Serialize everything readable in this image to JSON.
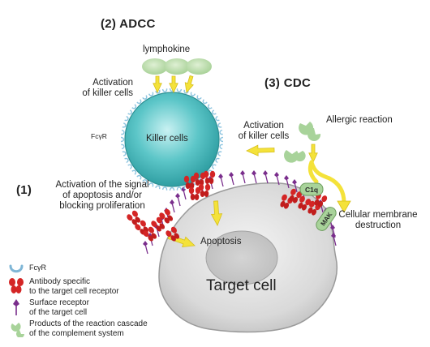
{
  "titles": {
    "adcc": "(2) ADCC",
    "cdc": "(3) CDC",
    "step1_num": "(1)"
  },
  "labels": {
    "lymphokine": "lymphokine",
    "activation_left": "Activation\nof killer cells",
    "activation_right": "Activation\nof killer cells",
    "fcr": "FcγR",
    "killer_cells": "Killer cells",
    "allergic": "Allergic reaction",
    "step1_text": "Activation of the signal\nof apoptosis and/or\nblocking proliferation",
    "c1q": "C1q",
    "mak": "MAK",
    "membrane": "Cellular membrane\ndestruction",
    "apoptosis": "Apoptosis",
    "target_cell": "Target cell"
  },
  "legend": [
    {
      "icon": "fc-receptor-icon",
      "text": "FcγR"
    },
    {
      "icon": "antibody-icon",
      "text": "Antibody specific\nto the target cell receptor"
    },
    {
      "icon": "surface-receptor-icon",
      "text": "Surface receptor\nof the target cell"
    },
    {
      "icon": "complement-products-icon",
      "text": "Products of the reaction cascade\nof the complement system"
    }
  ],
  "colors": {
    "killer_cell": "#5cc6c8",
    "target_cell": "#dddddd",
    "antibody": "#d42525",
    "receptor": "#7a2e8c",
    "complement": "#a8d39a",
    "arrow": "#f4e23a"
  }
}
